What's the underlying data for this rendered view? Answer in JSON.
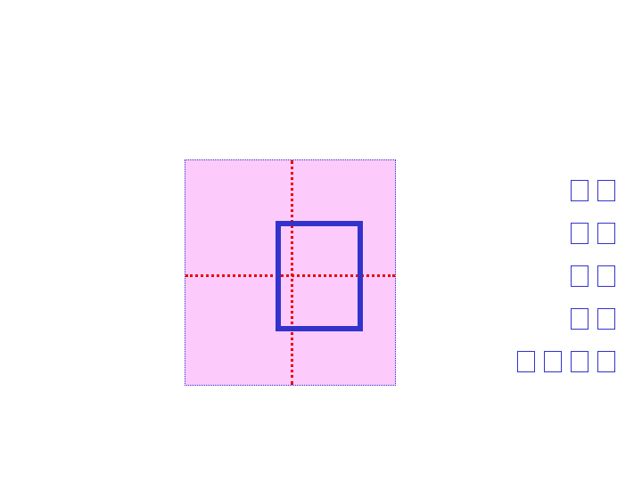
{
  "colors": {
    "panel_fill": "#fccbfc",
    "guide": "#ee0000",
    "frame": "#3333cc",
    "glyph": "#3333cc"
  },
  "glyph_rows": [
    2,
    2,
    2,
    2,
    4
  ]
}
